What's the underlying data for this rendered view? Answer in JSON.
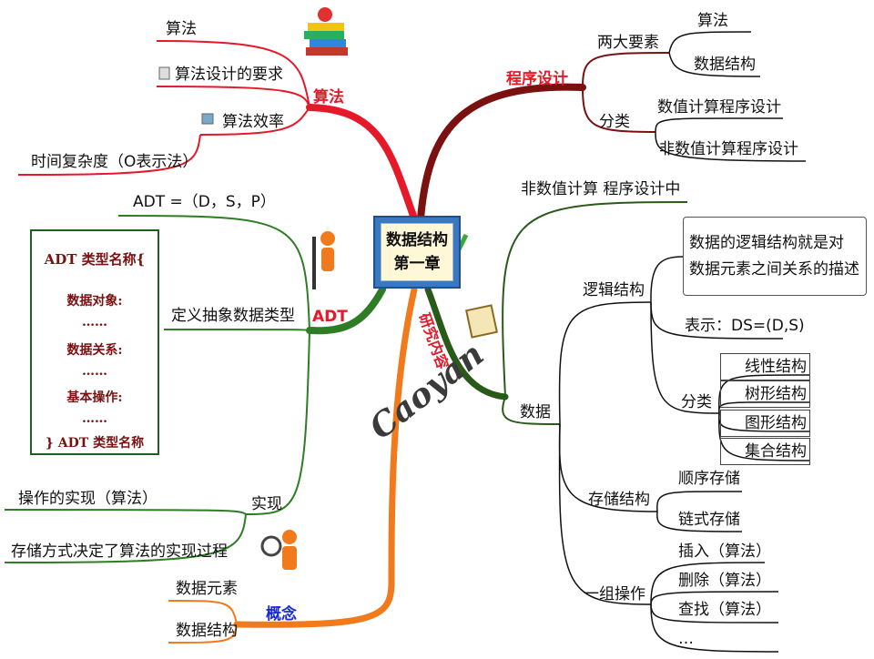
{
  "colors": {
    "algorithm": "#e5192a",
    "programming": "#7a1010",
    "adt": "#2e7d24",
    "research": "#2a5a1a",
    "concept": "#f07a1c",
    "center_frame": "#3b78c2"
  },
  "center": {
    "line1": "数据结构",
    "line2": "第一章"
  },
  "algorithm": {
    "title": "算法",
    "items": [
      "算法",
      "算法设计的要求",
      "算法效率"
    ],
    "efficiency_child": "时间复杂度（O表示法）"
  },
  "adt": {
    "title": "ADT",
    "definition": "ADT =（D，S，P）",
    "define_label": "定义抽象数据类型",
    "box_lines": [
      "ADT 类型名称{",
      "数据对象:",
      "……",
      "数据关系:",
      "……",
      "基本操作:",
      "……",
      "} ADT 类型名称"
    ],
    "implementation": "实现",
    "impl_children": [
      "操作的实现（算法）",
      "存储方式决定了算法的实现过程"
    ]
  },
  "concept": {
    "title": "概念",
    "items": [
      "数据元素",
      "数据结构"
    ]
  },
  "signature": "Caoyan",
  "programming": {
    "title": "程序设计",
    "two_elements": "两大要素",
    "two_elements_children": [
      "算法",
      "数据结构"
    ],
    "category": "分类",
    "category_children": [
      "数值计算程序设计",
      "非数值计算程序设计"
    ]
  },
  "research": {
    "title": "研究内容",
    "nonnumeric": "非数值计算 程序设计中",
    "data": "数据",
    "logic": "逻辑结构",
    "logic_note": [
      "数据的逻辑结构就是对",
      "数据元素之间关系的描述"
    ],
    "representation": "表示：DS=(D,S)",
    "logic_category": "分类",
    "logic_types": [
      "线性结构",
      "树形结构",
      "图形结构",
      "集合结构"
    ],
    "storage": "存储结构",
    "storage_types": [
      "顺序存储",
      "链式存储"
    ],
    "ops": "一组操作",
    "ops_items": [
      "插入（算法）",
      "删除（算法）",
      "查找（算法）",
      "…"
    ]
  }
}
